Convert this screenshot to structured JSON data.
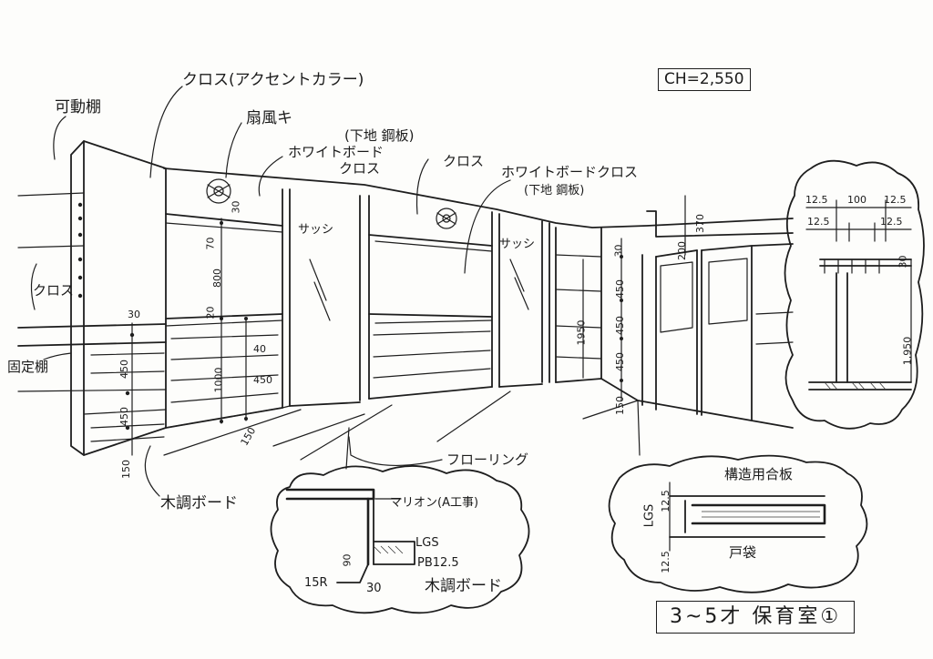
{
  "ceiling_height": "CH=2,550",
  "title": "3~5才 保育室①",
  "labels": {
    "movable_shelf": "可動棚",
    "cloth_accent": "クロス(アクセントカラー)",
    "fan": "扇風キ",
    "steel_base_1": "(下地 鋼板)",
    "whiteboard_cloth_1a": "ホワイトボード",
    "whiteboard_cloth_1b": "クロス",
    "cloth_center": "クロス",
    "whiteboard_cloth_2": "ホワイトボードクロス",
    "steel_base_2": "(下地 鋼板)",
    "sash_1": "サッシ",
    "sash_2": "サッシ",
    "cloth_left": "クロス",
    "fixed_shelf": "固定棚",
    "wood_board": "木調ボード",
    "flooring": "フローリング",
    "mullion": "マリオン(A工事)",
    "lgs_1": "LGS",
    "pb": "PB12.5",
    "wood_board_detail": "木調ボード",
    "radius": "15R",
    "structural_plywood": "構造用合板",
    "lgs_2": "LGS",
    "door_pocket": "戸袋"
  },
  "dimensions": {
    "shelf_30": "30",
    "shelf_450_a": "450",
    "shelf_450_b": "450",
    "shelf_150": "150",
    "wb_30": "30",
    "wb_70": "70",
    "wb_800": "800",
    "wb_20": "20",
    "wb_1000": "1000",
    "wb_450": "450",
    "wb_40": "40",
    "wb_150": "150",
    "corner_370": "370",
    "corner_200": "200",
    "corner_30": "30",
    "corner_450_a": "450",
    "corner_450_b": "450",
    "corner_450_c": "450",
    "corner_1950": "1950",
    "corner_150": "150",
    "sec_12_5_a": "12.5",
    "sec_100": "100",
    "sec_12_5_b": "12.5",
    "sec_12_5_c": "12.5",
    "sec_12_5_d": "12.5",
    "sec_30": "30",
    "sec_1950": "1,950",
    "det_90": "90",
    "det_30": "30",
    "dp_12_5_a": "12.5",
    "dp_12_5_b": "12.5"
  }
}
